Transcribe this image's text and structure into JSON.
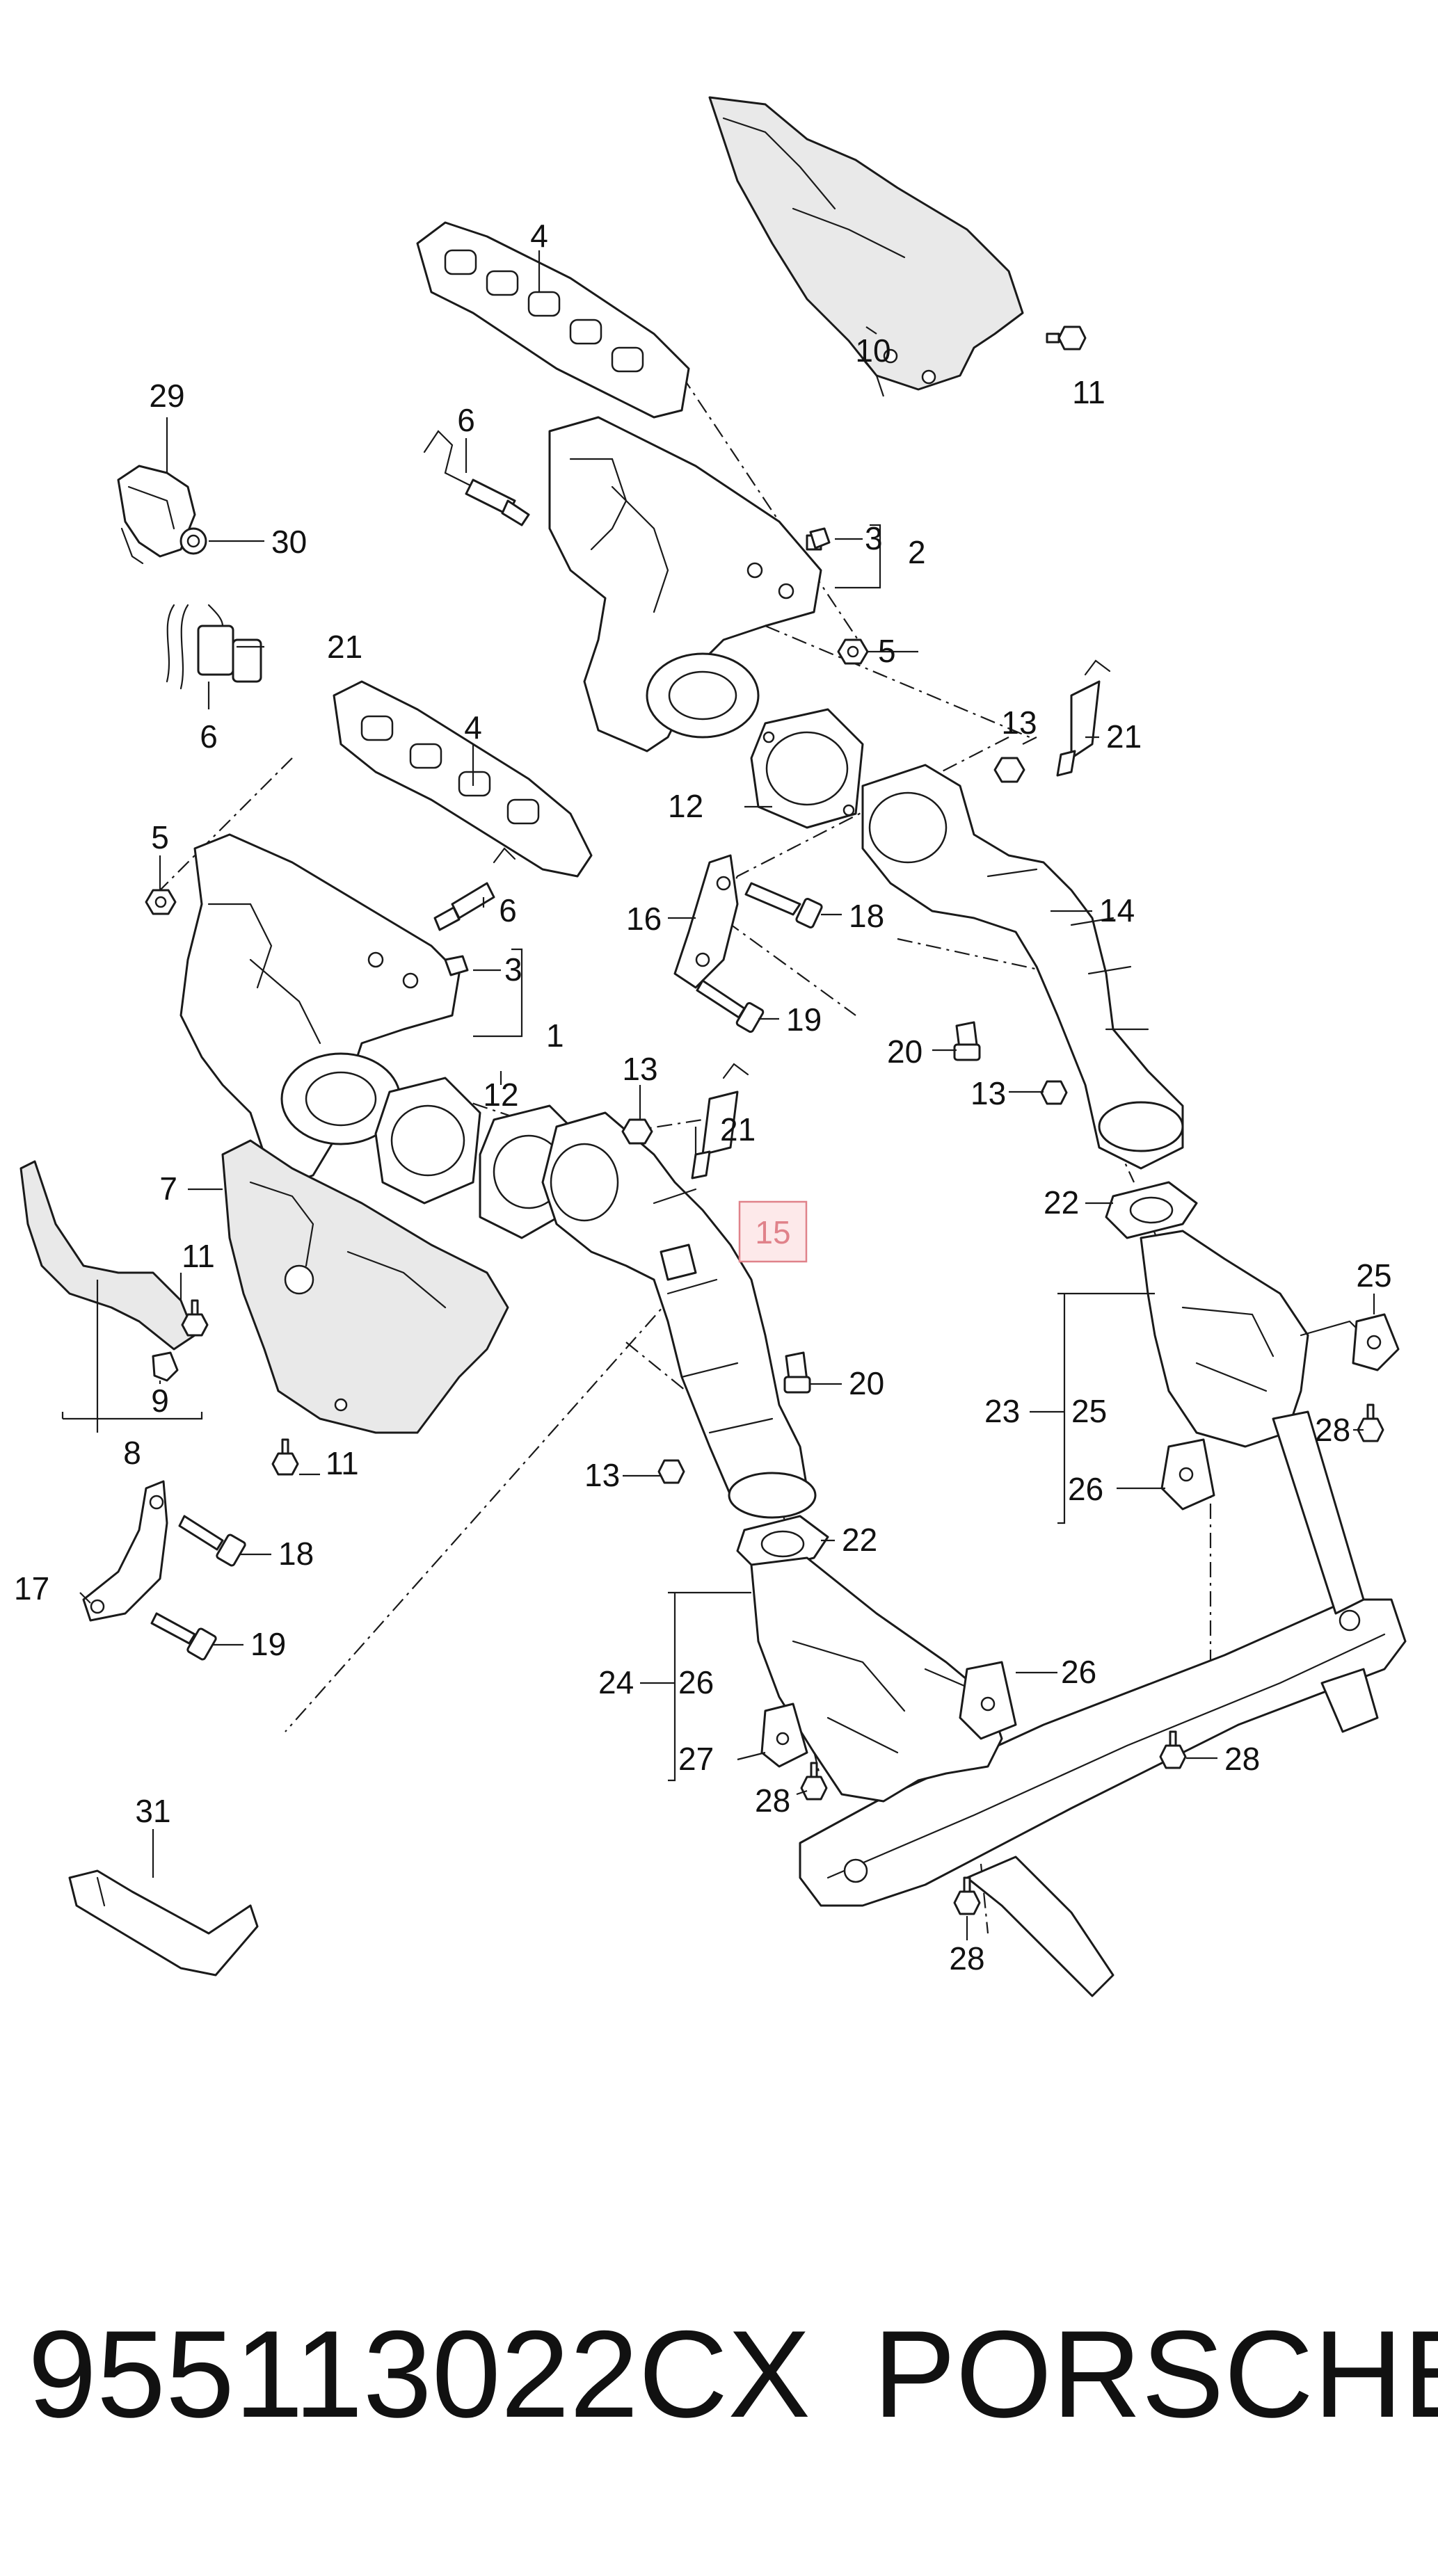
{
  "callouts": {
    "c1": "1",
    "c2": "2",
    "c3a": "3",
    "c3b": "3",
    "c4a": "4",
    "c4b": "4",
    "c5a": "5",
    "c5b": "5",
    "c6a": "6",
    "c6b": "6",
    "c6c": "6",
    "c7": "7",
    "c8": "8",
    "c9": "9",
    "c10": "10",
    "c11a": "11",
    "c11b": "11",
    "c11c": "11",
    "c12a": "12",
    "c12b": "12",
    "c13a": "13",
    "c13b": "13",
    "c13c": "13",
    "c13d": "13",
    "c14": "14",
    "c15": "15",
    "c16": "16",
    "c17": "17",
    "c18a": "18",
    "c18b": "18",
    "c19a": "19",
    "c19b": "19",
    "c20a": "20",
    "c20b": "20",
    "c21a": "21",
    "c21b": "21",
    "c21c": "21",
    "c22a": "22",
    "c22b": "22",
    "c23": "23",
    "c24": "24",
    "c25a": "25",
    "c25b": "25",
    "c26a": "26",
    "c26b": "26",
    "c26c": "26",
    "c27": "27",
    "c28a": "28",
    "c28b": "28",
    "c28c": "28",
    "c28d": "28",
    "c29": "29",
    "c30": "30",
    "c31": "31"
  },
  "highlight_color": "#e0828a",
  "footer": {
    "part_number": "955113022CX",
    "brand": "PORSCHE"
  }
}
